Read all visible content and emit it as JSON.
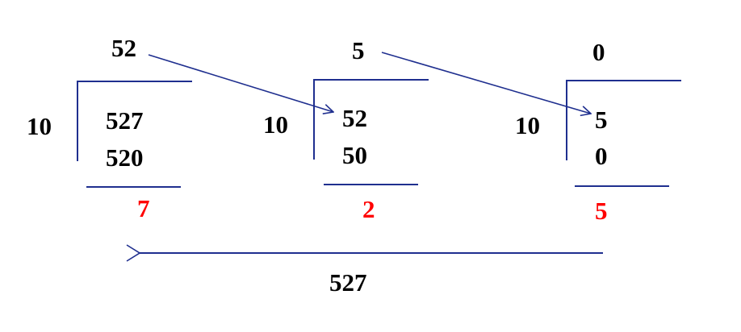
{
  "colors": {
    "text": "#000000",
    "remainder": "#ff0000",
    "lines": "#1f2f8f",
    "background": "#ffffff"
  },
  "steps": [
    {
      "quotient": "52",
      "divisor": "10",
      "dividend": "527",
      "product": "520",
      "remainder": "7"
    },
    {
      "quotient": "5",
      "divisor": "10",
      "dividend": "52",
      "product": "50",
      "remainder": "2"
    },
    {
      "quotient": "0",
      "divisor": "10",
      "dividend": "5",
      "product": "0",
      "remainder": "5"
    }
  ],
  "result": "527"
}
